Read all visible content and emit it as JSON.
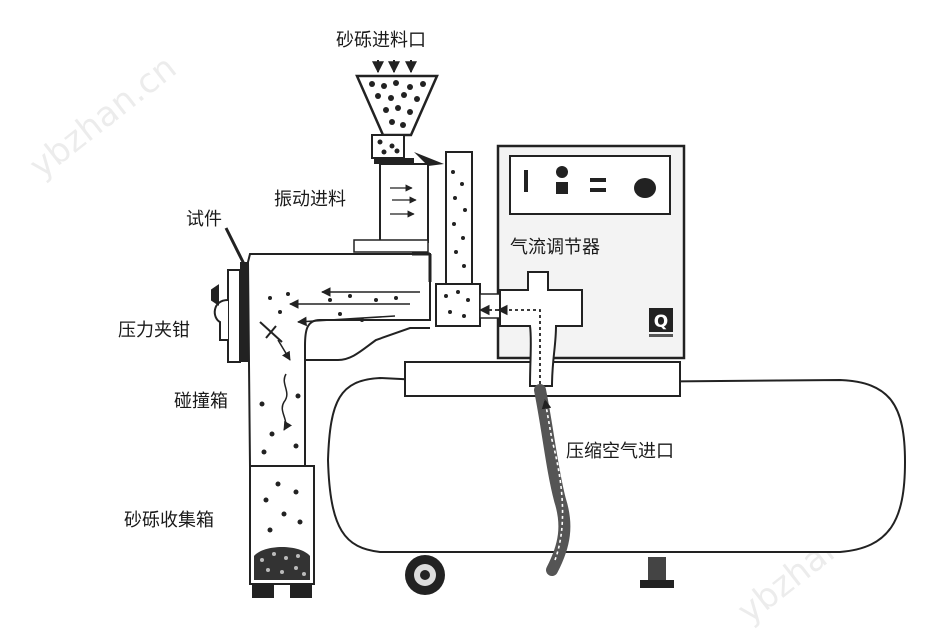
{
  "labels": {
    "feed_inlet": "砂砾进料口",
    "vibration_feed": "振动进料",
    "specimen": "试件",
    "air_regulator": "气流调节器",
    "pressure_clamp": "压力夹钳",
    "impact_box": "碰撞箱",
    "compressed_air_inlet": "压缩空气进口",
    "gravel_collection_box": "砂砾收集箱"
  },
  "panel_logo": "Q",
  "watermark": "ybzhan.cn",
  "colors": {
    "line": "#222222",
    "hose": "#555555",
    "panel": "#f3f3f3"
  }
}
